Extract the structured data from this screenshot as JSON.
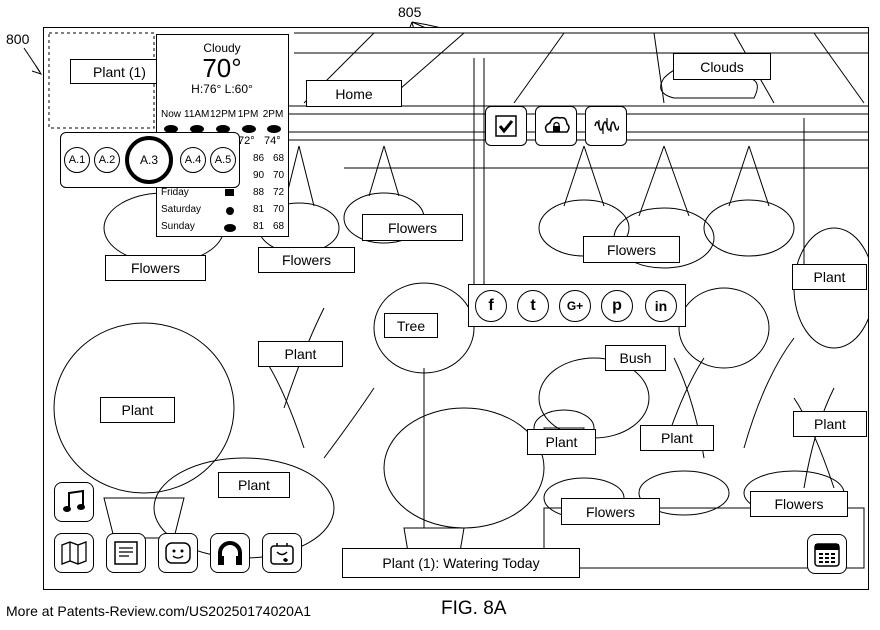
{
  "figure_refs": {
    "figure": "800",
    "callout": "805"
  },
  "weather": {
    "condition": "Cloudy",
    "temperature": "70°",
    "high_low": "H:76°  L:60°",
    "hours": [
      "Now",
      "11AM",
      "12PM",
      "1PM",
      "2PM"
    ],
    "hour_temps": [
      "72°",
      "74°"
    ],
    "days": [
      {
        "day": "",
        "high": "86",
        "low": "68"
      },
      {
        "day": "",
        "high": "90",
        "low": "70"
      },
      {
        "day": "Friday",
        "high": "88",
        "low": "72"
      },
      {
        "day": "Saturday",
        "high": "81",
        "low": "70"
      },
      {
        "day": "Sunday",
        "high": "81",
        "low": "68"
      }
    ]
  },
  "area_selector": {
    "items": [
      "A.1",
      "A.2",
      "A.3",
      "A.4",
      "A.5"
    ],
    "selected": "A.3"
  },
  "toolbar": {
    "icons": [
      "checkbox-icon",
      "cloud-lock-icon",
      "soundwave-icon"
    ]
  },
  "social": {
    "icons": [
      "facebook-icon",
      "twitter-icon",
      "google-plus-icon",
      "pinterest-icon",
      "linkedin-icon"
    ],
    "glyphs": [
      "f",
      "t",
      "G+",
      "p",
      "in"
    ]
  },
  "labels": {
    "plant1": "Plant (1)",
    "home": "Home",
    "clouds": "Clouds",
    "flowers": "Flowers",
    "plant": "Plant",
    "tree": "Tree",
    "bush": "Bush"
  },
  "status": {
    "message": "Plant (1): Watering Today"
  },
  "app_dock": {
    "icons": [
      "music-icon",
      "map-icon",
      "notes-icon",
      "face-app-icon",
      "headphones-icon",
      "shopping-bag-icon"
    ]
  },
  "calendar_icon": "calendar-icon",
  "footer": {
    "source": "More at Patents-Review.com/US20250174020A1",
    "caption": "FIG. 8A"
  }
}
